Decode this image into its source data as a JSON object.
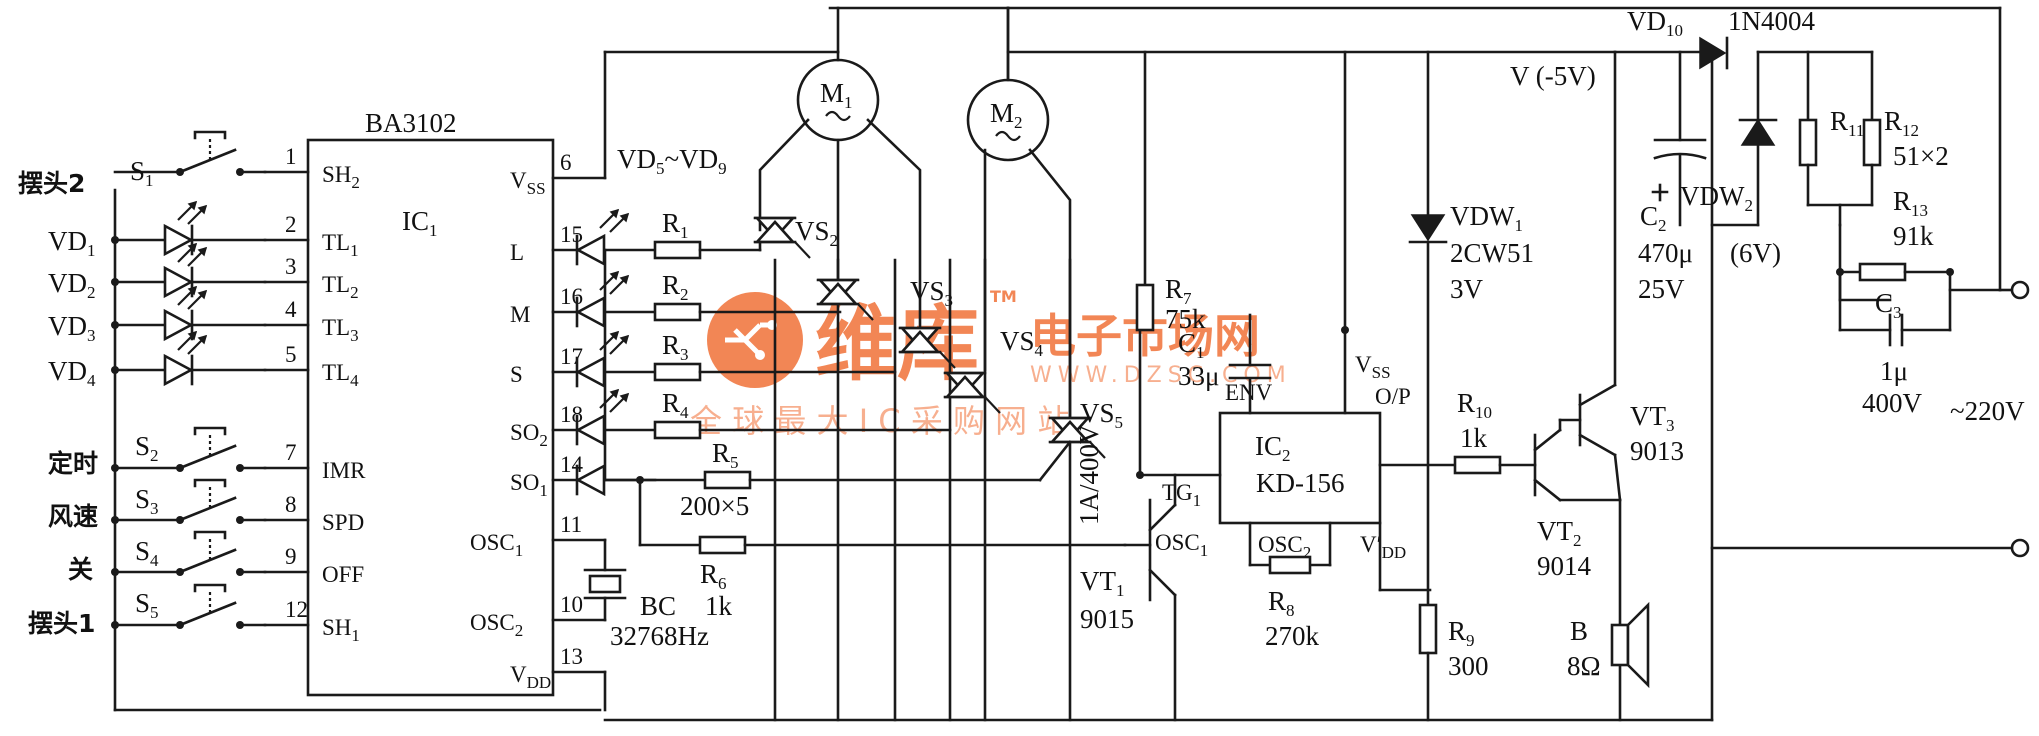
{
  "ic1": {
    "name": "IC",
    "sub": "1",
    "part": "BA3102"
  },
  "ic2": {
    "name": "IC",
    "sub": "2",
    "part": "KD-156"
  },
  "left_pins": [
    {
      "num": "1",
      "name": "SH",
      "sub": "2"
    },
    {
      "num": "2",
      "name": "TL",
      "sub": "1"
    },
    {
      "num": "3",
      "name": "TL",
      "sub": "2"
    },
    {
      "num": "4",
      "name": "TL",
      "sub": "3"
    },
    {
      "num": "5",
      "name": "TL",
      "sub": "4"
    },
    {
      "num": "7",
      "name": "IMR",
      "sub": ""
    },
    {
      "num": "8",
      "name": "SPD",
      "sub": ""
    },
    {
      "num": "9",
      "name": "OFF",
      "sub": ""
    },
    {
      "num": "12",
      "name": "SH",
      "sub": "1"
    }
  ],
  "right_pins": [
    {
      "num": "6",
      "name": "V",
      "sub": "SS"
    },
    {
      "num": "15",
      "name": "L",
      "sub": ""
    },
    {
      "num": "16",
      "name": "M",
      "sub": ""
    },
    {
      "num": "17",
      "name": "S",
      "sub": ""
    },
    {
      "num": "18",
      "name": "SO",
      "sub": "2"
    },
    {
      "num": "14",
      "name": "SO",
      "sub": "1"
    },
    {
      "num": "11",
      "name": "OSC",
      "sub": "1"
    },
    {
      "num": "10",
      "name": "OSC",
      "sub": "2"
    },
    {
      "num": "13",
      "name": "V",
      "sub": "DD"
    }
  ],
  "switch_labels": {
    "sh2": "摆头2",
    "timer": "定时",
    "speed": "风速",
    "off": "关",
    "sh1": "摆头1"
  },
  "switches": [
    {
      "name": "S",
      "sub": "1"
    },
    {
      "name": "S",
      "sub": "2"
    },
    {
      "name": "S",
      "sub": "3"
    },
    {
      "name": "S",
      "sub": "4"
    },
    {
      "name": "S",
      "sub": "5"
    }
  ],
  "leds_left": [
    {
      "name": "VD",
      "sub": "1"
    },
    {
      "name": "VD",
      "sub": "2"
    },
    {
      "name": "VD",
      "sub": "3"
    },
    {
      "name": "VD",
      "sub": "4"
    }
  ],
  "leds_right_label": {
    "a": "VD",
    "a_sub": "5",
    "sep": "~VD",
    "b_sub": "9"
  },
  "resistors_r": [
    {
      "name": "R",
      "sub": "1"
    },
    {
      "name": "R",
      "sub": "2"
    },
    {
      "name": "R",
      "sub": "3"
    },
    {
      "name": "R",
      "sub": "4"
    },
    {
      "name": "R",
      "sub": "5"
    }
  ],
  "r5_value": "200×5",
  "r6": {
    "name": "R",
    "sub": "6",
    "value": "1k"
  },
  "crystal": {
    "name": "BC",
    "value": "32768Hz"
  },
  "motors": [
    {
      "name": "M",
      "sub": "1"
    },
    {
      "name": "M",
      "sub": "2"
    }
  ],
  "triacs": [
    {
      "name": "VS",
      "sub": "2"
    },
    {
      "name": "VS",
      "sub": "3"
    },
    {
      "name": "VS",
      "sub": "4"
    },
    {
      "name": "VS",
      "sub": "5"
    }
  ],
  "triac_rating": "1A/400V",
  "r7": {
    "name": "R",
    "sub": "7",
    "value": "75k"
  },
  "c1": {
    "name": "C",
    "sub": "1",
    "value": "33μ"
  },
  "ic2_pins": {
    "env": "ENV",
    "vss": "V",
    "vss_sub": "SS",
    "op": "O/P",
    "tg": "TG",
    "tg_sub": "1",
    "osc1": "OSC",
    "osc1_sub": "1",
    "osc2": "OSC",
    "osc2_sub": "2",
    "vdd": "V′",
    "vdd_sub": "DD"
  },
  "r8": {
    "name": "R",
    "sub": "8",
    "value": "270k"
  },
  "vt1": {
    "name": "VT",
    "sub": "1",
    "part": "9015"
  },
  "vdw1": {
    "name": "VDW",
    "sub": "1",
    "part": "2CW51",
    "value": "3V"
  },
  "r9": {
    "name": "R",
    "sub": "9",
    "value": "300"
  },
  "r10": {
    "name": "R",
    "sub": "10",
    "value": "1k"
  },
  "vt2": {
    "name": "VT",
    "sub": "2",
    "part": "9014"
  },
  "vt3": {
    "name": "VT",
    "sub": "3",
    "part": "9013"
  },
  "speaker": {
    "name": "B",
    "value": "8Ω"
  },
  "vminus": "V (-5V)",
  "vd10": {
    "name": "VD",
    "sub": "10",
    "part": "1N4004"
  },
  "c2": {
    "name": "C",
    "sub": "2",
    "value": "470μ",
    "voltage": "25V"
  },
  "vdw2": {
    "name": "VDW",
    "sub": "2",
    "value": "(6V)"
  },
  "r11": {
    "name": "R",
    "sub": "11"
  },
  "r12": {
    "name": "R",
    "sub": "12",
    "value": "51×2"
  },
  "r13": {
    "name": "R",
    "sub": "13",
    "value": "91k"
  },
  "c3": {
    "name": "C",
    "sub": "3",
    "value": "1μ",
    "voltage": "400V"
  },
  "mains": "~220V",
  "watermark": {
    "brand": "维库",
    "tm": "TM",
    "title": "电子市场网",
    "url": "WWW.DZSC.COM",
    "slogan": "全 球 最 大 I C 采 购 网 站"
  },
  "colors": {
    "line": "#1a1a1a",
    "watermark": "#f07238"
  }
}
